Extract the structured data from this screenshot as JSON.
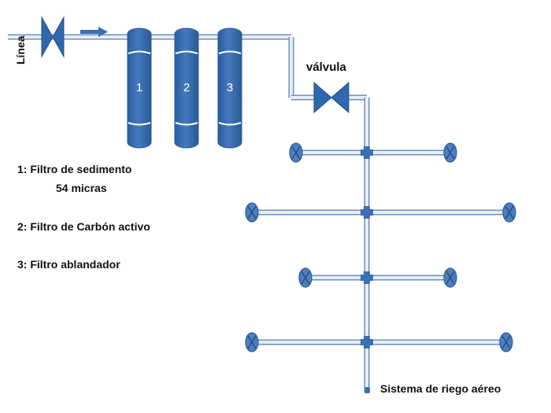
{
  "colors": {
    "filter_fill": "#3A6FB4",
    "filter_stroke": "#2B5A94",
    "pipe_fill": "#E6EEF8",
    "pipe_stroke": "#6F8FBF",
    "valve_fill": "#2E68AE",
    "sprinkler_fill": "#4F7FC0",
    "arrow": "#3A6FB4"
  },
  "labels": {
    "line": "Línea",
    "valve": "válvula",
    "system": "Sistema de riego aéreo"
  },
  "filters": [
    {
      "number": "1"
    },
    {
      "number": "2"
    },
    {
      "number": "3"
    }
  ],
  "legend": [
    {
      "text": "1: Filtro de sedimento"
    },
    {
      "text": "54 micras"
    },
    {
      "text": "2: Filtro de Carbón  activo"
    },
    {
      "text": "3: Filtro ablandador"
    }
  ],
  "icons": {
    "inlet_valve": "valve-icon",
    "flow_arrow": "arrow-right-icon",
    "branch_valve": "valve-icon",
    "sprinkler": "sprinkler-icon",
    "junction": "cross-fitting-icon"
  }
}
